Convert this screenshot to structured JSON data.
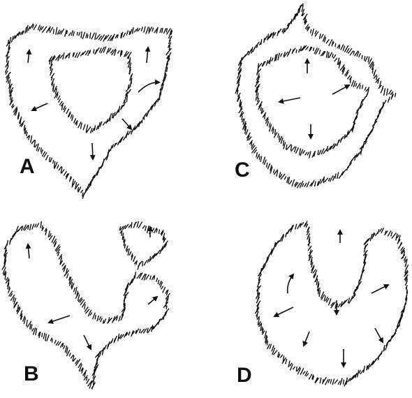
{
  "panels": [
    {
      "id": "a",
      "label": "A"
    },
    {
      "id": "b",
      "label": "B"
    },
    {
      "id": "c",
      "label": "C"
    },
    {
      "id": "d",
      "label": "D"
    }
  ],
  "colors": {
    "ink": "#111111",
    "background": "#ffffff"
  }
}
